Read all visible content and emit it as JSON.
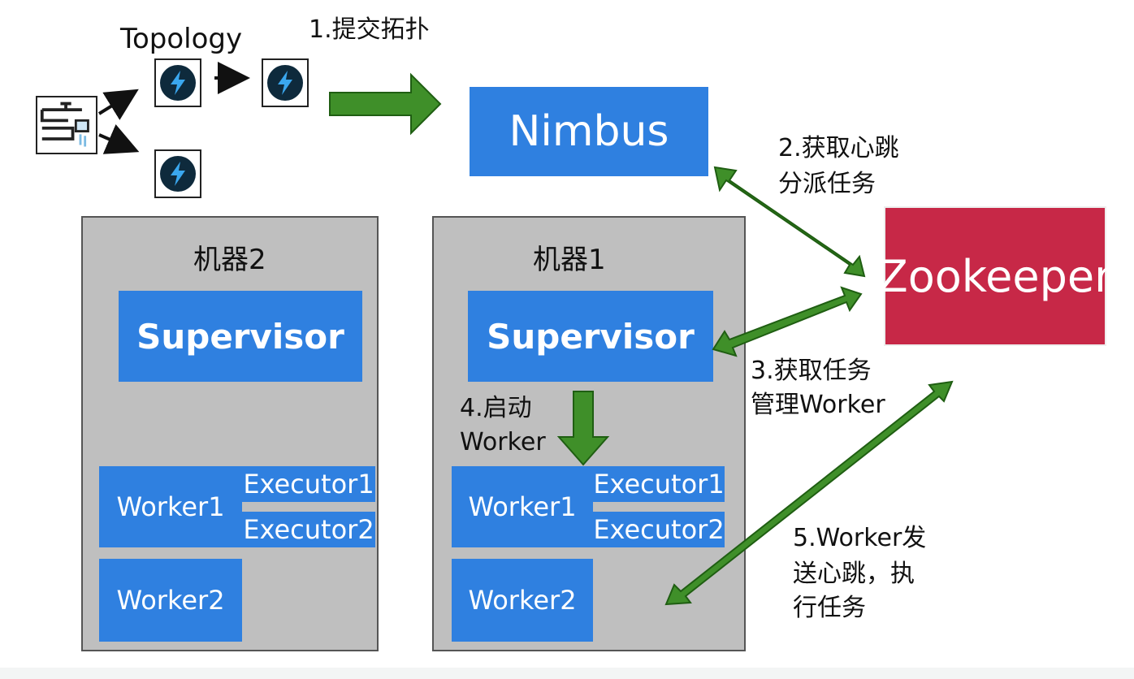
{
  "topology": {
    "label": "Topology"
  },
  "steps": {
    "submit": "1.提交拓扑",
    "heartbeat_line1": "2.获取心跳",
    "heartbeat_line2": "分派任务",
    "fetch_line1": "3.获取任务",
    "fetch_line2": "管理Worker",
    "start_line1": "4.启动",
    "start_line2": "Worker",
    "worker_line1": "5.Worker发",
    "worker_line2": "送心跳，执",
    "worker_line3": "行任务"
  },
  "nodes": {
    "nimbus": "Nimbus",
    "zookeeper": "Zookeeper"
  },
  "machines": [
    {
      "title": "机器2",
      "supervisor": "Supervisor",
      "worker1": "Worker1",
      "executor1": "Executor1",
      "executor2": "Executor2",
      "worker2": "Worker2"
    },
    {
      "title": "机器1",
      "supervisor": "Supervisor",
      "worker1": "Worker1",
      "executor1": "Executor1",
      "executor2": "Executor2",
      "worker2": "Worker2"
    }
  ],
  "colors": {
    "node_blue": "#2f80e0",
    "zookeeper_red": "#c72847",
    "machine_gray": "#bfbfbf",
    "arrow_green": "#3f8f29",
    "arrow_outline": "#1f5e12"
  },
  "icons": {
    "spout": "faucet-icon",
    "bolt": "lightning-bolt-icon"
  }
}
